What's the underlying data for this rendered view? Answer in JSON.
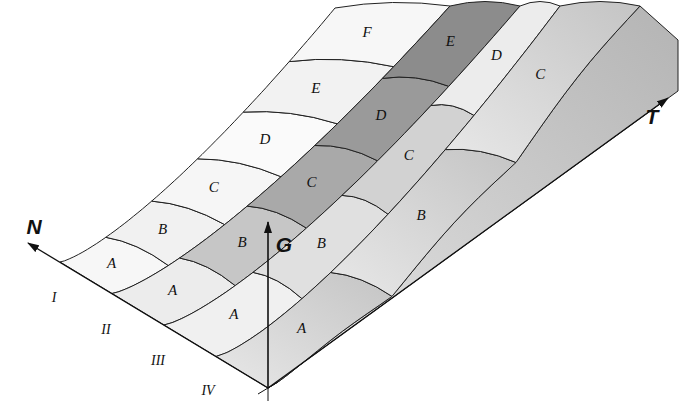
{
  "diagram": {
    "labels": [
      "A",
      "B",
      "C",
      "D",
      "E",
      "F",
      "A",
      "B",
      "C",
      "D",
      "E",
      "A",
      "B",
      "C",
      "D",
      "A",
      "B",
      "C",
      "N",
      "T",
      "G",
      "I",
      "II",
      "III",
      "IV"
    ]
  }
}
